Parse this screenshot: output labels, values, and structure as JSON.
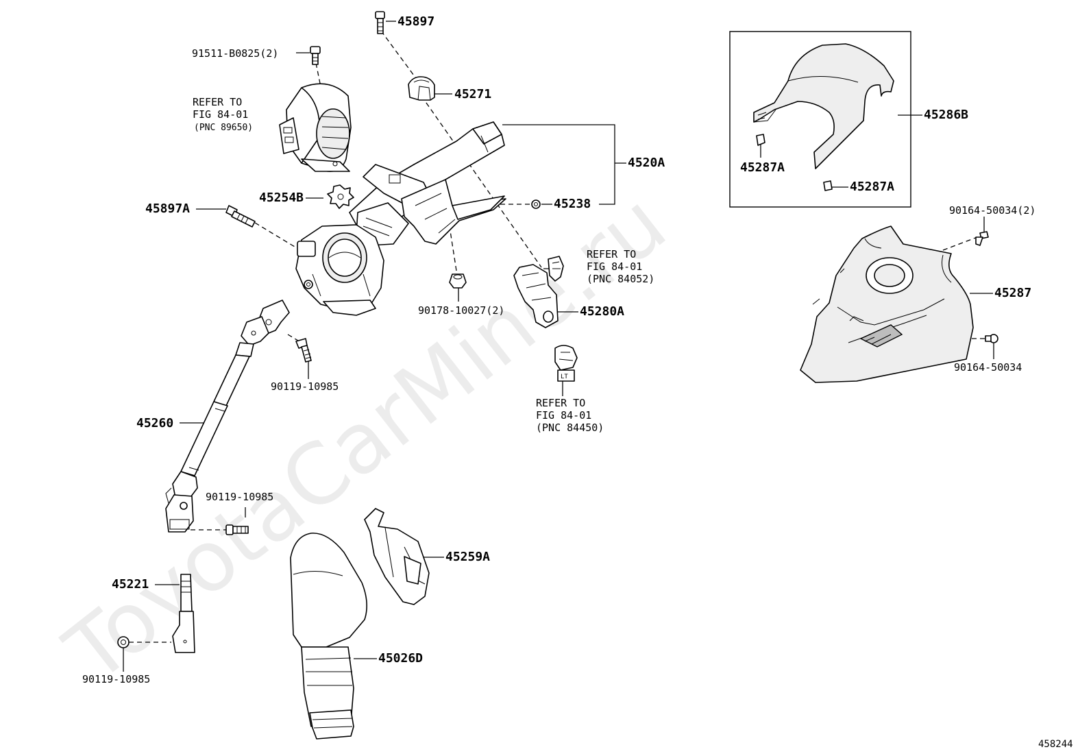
{
  "watermark": "ToyotaCarMine.ru",
  "figure_id": "458244",
  "callouts": {
    "c45897": "45897",
    "c91511": "91511-B0825(2)",
    "c45271": "45271",
    "c4520A": "4520A",
    "c45238": "45238",
    "c45254B": "45254B",
    "c45897A": "45897A",
    "c90178": "90178-10027(2)",
    "c45280A": "45280A",
    "c90119a": "90119-10985",
    "c45260": "45260",
    "c90119b": "90119-10985",
    "c45259A": "45259A",
    "c45221": "45221",
    "c90119c": "90119-10985",
    "c45026D": "45026D",
    "c45286B": "45286B",
    "c45287A_left": "45287A",
    "c45287A_right": "45287A",
    "c90164_2": "90164-50034(2)",
    "c45287": "45287",
    "c90164": "90164-50034"
  },
  "references": {
    "pnc89650": [
      "REFER TO",
      "FIG 84-01",
      "(PNC 89650)"
    ],
    "pnc84052": [
      "REFER TO",
      "FIG 84-01",
      "(PNC 84052)"
    ],
    "pnc84450": [
      "REFER TO",
      "FIG 84-01",
      "(PNC 84450)"
    ]
  }
}
